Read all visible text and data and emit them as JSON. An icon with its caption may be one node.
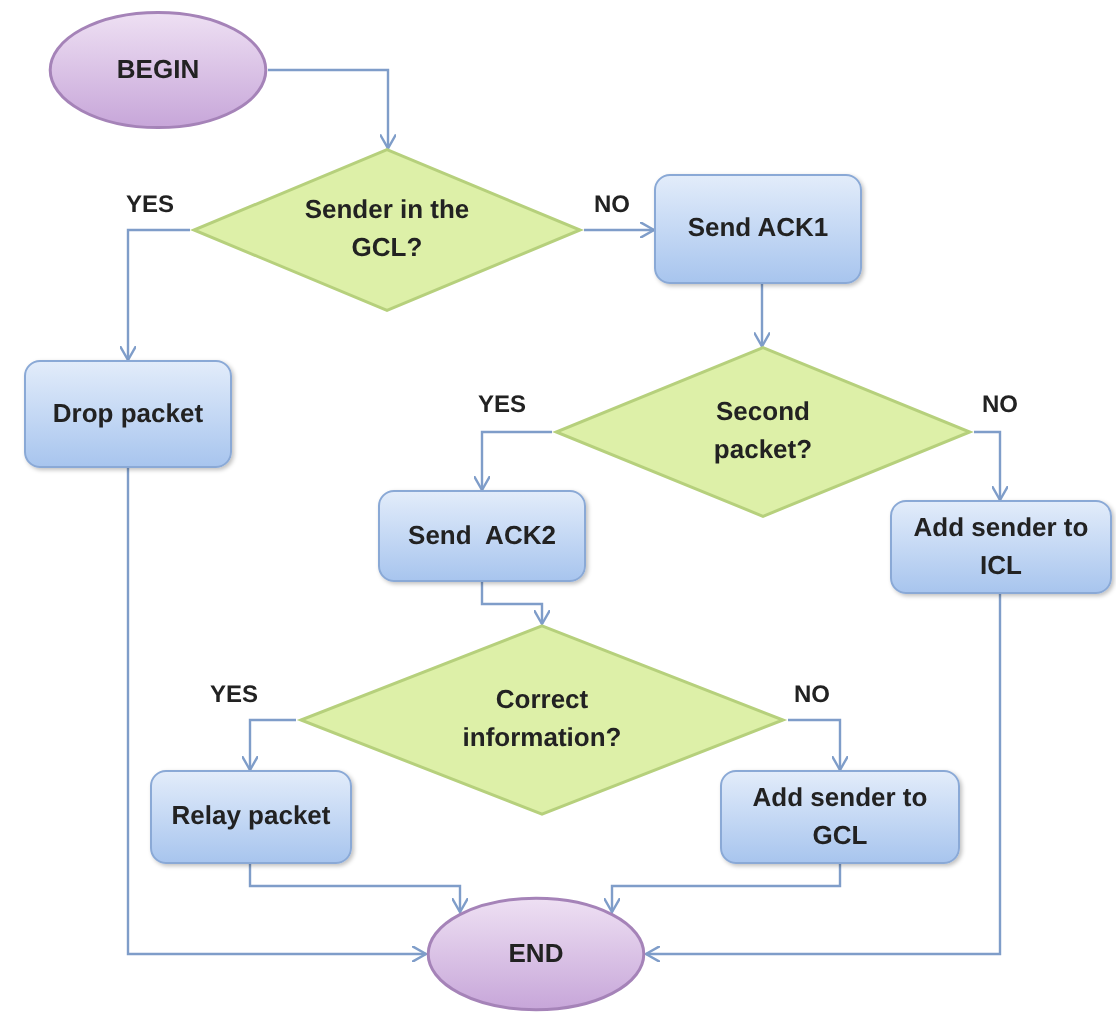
{
  "diagram": {
    "nodes": [
      {
        "text": [
          "BEGIN"
        ]
      },
      {
        "text": [
          "Sender in the GCL?"
        ]
      },
      {
        "text": [
          "Send ACK1"
        ]
      },
      {
        "text": [
          "Drop packet"
        ]
      },
      {
        "text": [
          "Second packet?"
        ]
      },
      {
        "text": [
          "Send  ACK2"
        ]
      },
      {
        "text": [
          "Add sender to ICL"
        ]
      },
      {
        "text": [
          "Correct information?"
        ]
      },
      {
        "text": [
          "Relay packet"
        ]
      },
      {
        "text": [
          "Add sender to GCL"
        ]
      },
      {
        "text": [
          "END"
        ]
      }
    ],
    "edges": [
      {
        "from": 0,
        "to": 1,
        "arrow": "to"
      },
      {
        "from": 1,
        "to": 3,
        "arrow": "to",
        "label": "YES"
      },
      {
        "from": 1,
        "to": 2,
        "arrow": "to",
        "label": "NO"
      },
      {
        "from": 2,
        "to": 4,
        "arrow": "to"
      },
      {
        "from": 4,
        "to": 5,
        "arrow": "to",
        "label": "YES"
      },
      {
        "from": 4,
        "to": 6,
        "arrow": "to",
        "label": "NO"
      },
      {
        "from": 5,
        "to": 7,
        "arrow": "to"
      },
      {
        "from": 7,
        "to": 8,
        "arrow": "to",
        "label": "YES"
      },
      {
        "from": 7,
        "to": 9,
        "arrow": "to",
        "label": "NO"
      },
      {
        "from": 8,
        "to": 10,
        "arrow": "to"
      },
      {
        "from": 9,
        "to": 10,
        "arrow": "to"
      },
      {
        "from": 3,
        "to": 10,
        "arrow": "to"
      },
      {
        "from": 6,
        "to": 10,
        "arrow": "to"
      }
    ]
  }
}
